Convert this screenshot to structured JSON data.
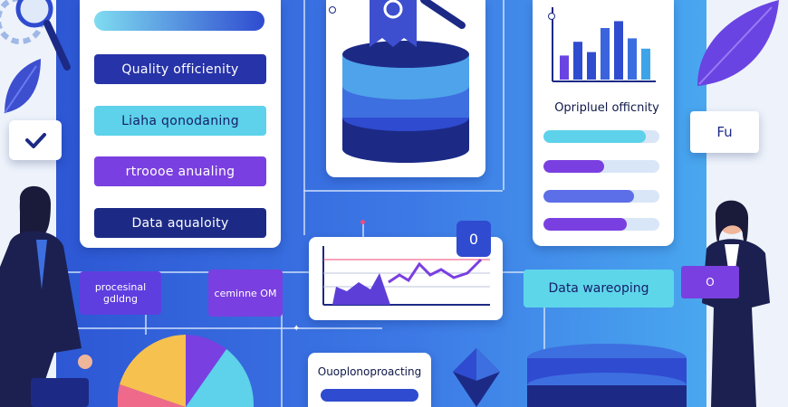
{
  "left_panel": {
    "pills": [
      "Quality officienity",
      "Liaha qonodaning",
      "rtroooe anualing",
      "Data aqualoity"
    ],
    "pill_colors": [
      "#2733a8",
      "#5dd2ea",
      "#7a3fe0",
      "#1c2a86"
    ]
  },
  "small_tiles": {
    "left": "procesinal gdldng",
    "right": "ceminne OM"
  },
  "right_card": {
    "title": "Opripluel officnity",
    "bar_levels": [
      0.88,
      0.52,
      0.78,
      0.72
    ],
    "bar_colors": [
      "#5dd2ea",
      "#7a3fe0",
      "#5c6fe8",
      "#7a3fe0"
    ],
    "chart_bars": [
      0.35,
      0.55,
      0.4,
      0.75,
      0.85,
      0.6,
      0.45
    ],
    "chart_colors": [
      "#6a44e2",
      "#2f4bd0",
      "#2f4bd0",
      "#3b63de",
      "#2f4bd0",
      "#3a6ee0",
      "#3ea4ea"
    ]
  },
  "speech_bubble": {
    "text": "Fu"
  },
  "data_pill": {
    "text": "Data wareoping"
  },
  "bottom_card": {
    "title": "Ouoplonoproacting"
  },
  "center_badge": {
    "text": "0"
  },
  "laptop": {
    "screen_text": "O"
  },
  "colors": {
    "panel": "#3566dc",
    "accent_purple": "#7a3fe0",
    "accent_cyan": "#5dd2ea",
    "navy": "#1c2a86"
  }
}
